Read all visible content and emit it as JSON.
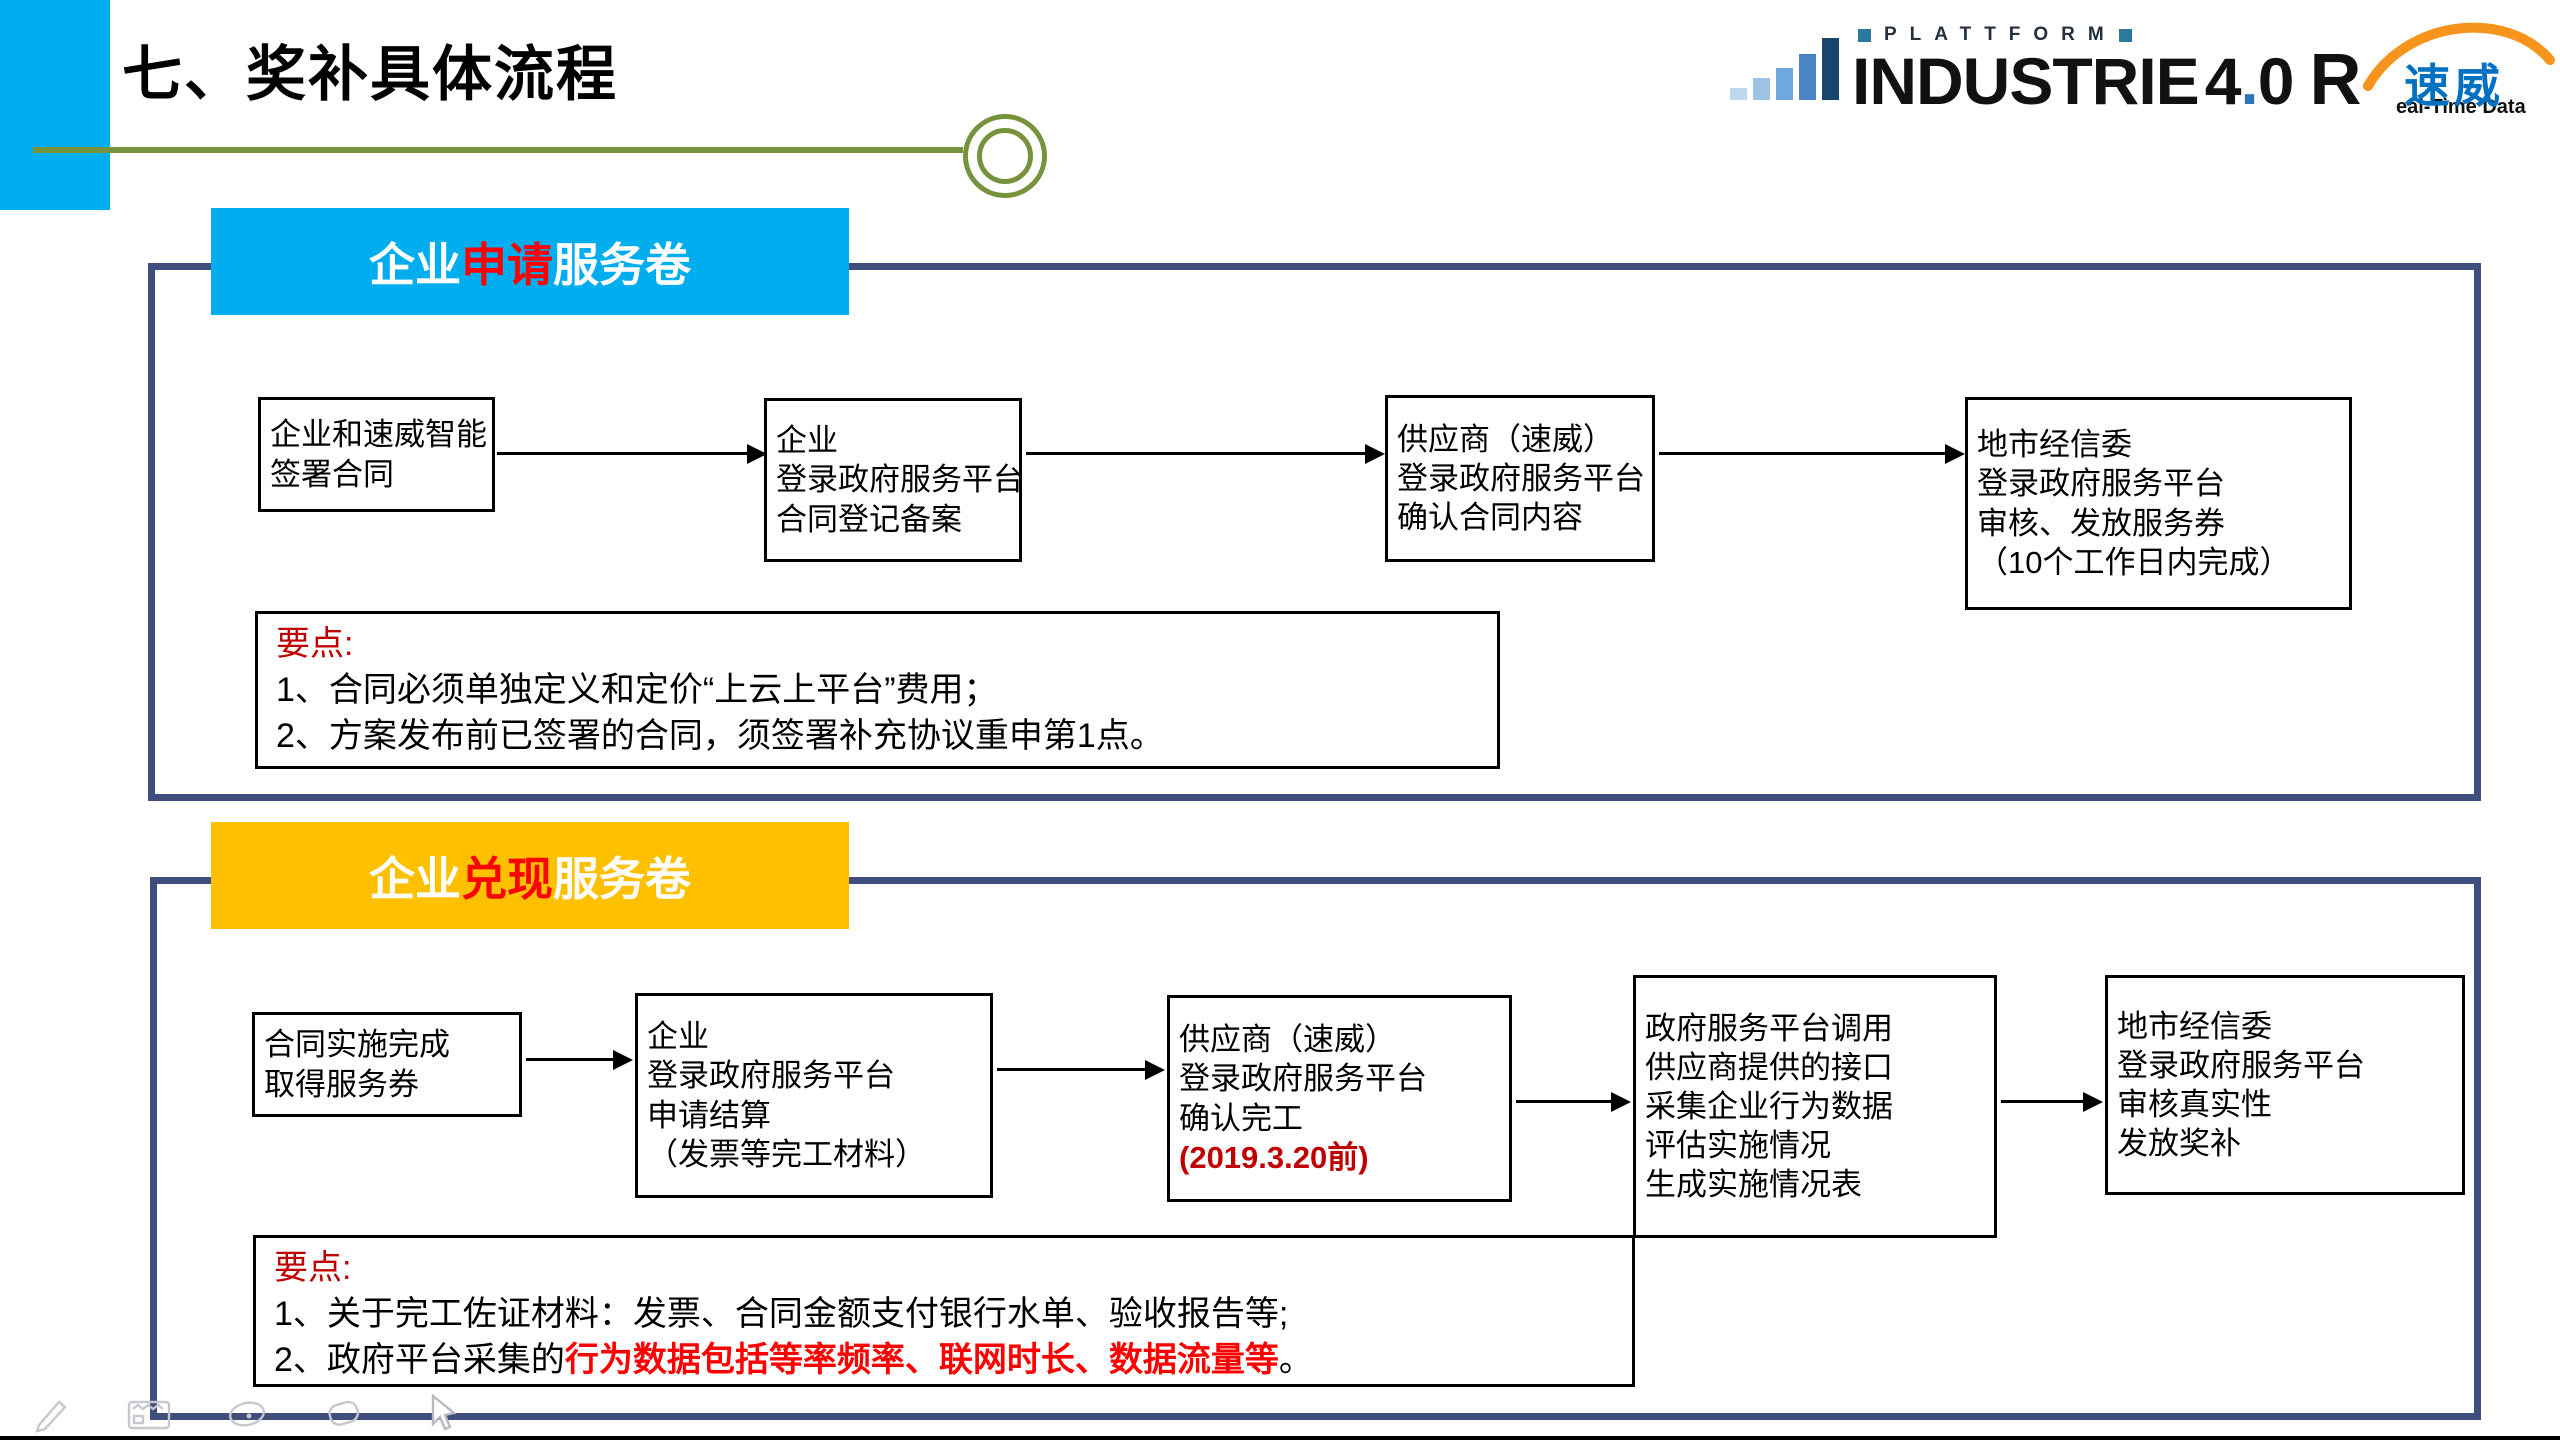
{
  "page_title": "七、奖补具体流程",
  "colors": {
    "accent-blue": "#00AEEF",
    "accent-yellow": "#FFC000",
    "frame-navy": "#3F4E7D",
    "rule-olive": "#76923C",
    "highlight-red": "#FF0000",
    "note-red": "#C00000",
    "logo-blue": "#0070C0",
    "logo-orange": "#F7941D"
  },
  "logo": {
    "plattform_label": "PLATTFORM",
    "brand": "INDUSTRIE",
    "version_major": "4",
    "version_dot": ".",
    "version_minor": "0",
    "r_initial": "R",
    "cn_brand": "速威",
    "tagline": "eal-Time Data",
    "bar_chart_icon": "ascending-bar-chart-icon"
  },
  "sections": [
    {
      "header": {
        "pre": "企业",
        "highlight": "申请",
        "post": "服务卷"
      },
      "flow": [
        {
          "lines": [
            "企业和速威智能",
            "签署合同"
          ]
        },
        {
          "lines": [
            "企业",
            "登录政府服务平台",
            "合同登记备案"
          ]
        },
        {
          "lines": [
            "供应商（速威）",
            "登录政府服务平台",
            "确认合同内容"
          ]
        },
        {
          "lines": [
            "地市经信委",
            "登录政府服务平台",
            "审核、发放服务券",
            "（10个工作日内完成）"
          ]
        }
      ],
      "notes": {
        "label": "要点:",
        "item1": "1、合同必须单独定义和定价“上云上平台”费用；",
        "item2": "2、方案发布前已签署的合同，须签署补充协议重申第1点。"
      }
    },
    {
      "header": {
        "pre": "企业",
        "highlight": "兑现",
        "post": "服务卷"
      },
      "flow": [
        {
          "lines": [
            "合同实施完成",
            "取得服务券"
          ]
        },
        {
          "lines": [
            "企业",
            "登录政府服务平台",
            "申请结算",
            "（发票等完工材料）"
          ]
        },
        {
          "lines": [
            "供应商（速威）",
            "登录政府服务平台",
            "确认完工"
          ],
          "deadline": "(2019.3.20前)"
        },
        {
          "lines": [
            "政府服务平台调用",
            "供应商提供的接口",
            "采集企业行为数据",
            "评估实施情况",
            "生成实施情况表"
          ]
        },
        {
          "lines": [
            "地市经信委",
            "登录政府服务平台",
            "审核真实性",
            "发放奖补"
          ]
        }
      ],
      "notes": {
        "label": "要点:",
        "item1": "1、关于完工佐证材料：发票、合同金额支付银行水单、验收报告等;",
        "item2_prefix": "2、政府平台采集的",
        "item2_highlight": "行为数据包括等率频率、联网时长、数据流量等",
        "item2_suffix": "。"
      }
    }
  ],
  "presenter_toolbar": {
    "tools": [
      "pen-icon",
      "annotation-pad-icon",
      "laser-pointer-icon",
      "eraser-icon",
      "cursor-icon"
    ]
  }
}
